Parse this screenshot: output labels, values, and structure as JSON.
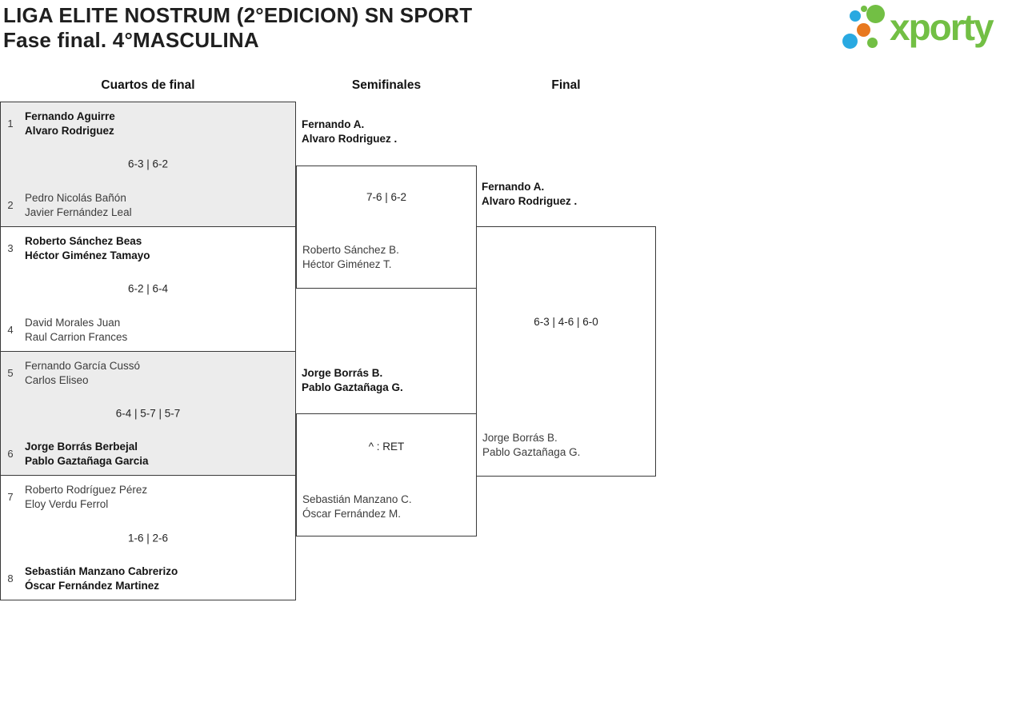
{
  "header": {
    "title_line1": "LIGA ELITE NOSTRUM (2°EDICION) SN SPORT",
    "title_line2": "Fase final. 4°MASCULINA"
  },
  "logo": {
    "text": "xporty",
    "colors": {
      "green": "#72bf44",
      "blue": "#29a9e1",
      "orange": "#e8791e"
    }
  },
  "round_headers": {
    "quarterfinals": "Cuartos de final",
    "semifinals": "Semifinales",
    "final": "Final"
  },
  "quarterfinals": [
    {
      "seed_top": "1",
      "team_top_line1": "Fernando Aguirre",
      "team_top_line2": "Alvaro Rodriguez",
      "top_is_winner": true,
      "score": "6-3 | 6-2",
      "seed_bottom": "2",
      "team_bottom_line1": "Pedro Nicolás Bañón",
      "team_bottom_line2": "Javier Fernández Leal",
      "bottom_is_winner": false
    },
    {
      "seed_top": "3",
      "team_top_line1": "Roberto Sánchez Beas",
      "team_top_line2": "Héctor Giménez Tamayo",
      "top_is_winner": true,
      "score": "6-2 | 6-4",
      "seed_bottom": "4",
      "team_bottom_line1": "David Morales Juan",
      "team_bottom_line2": "Raul Carrion Frances",
      "bottom_is_winner": false
    },
    {
      "seed_top": "5",
      "team_top_line1": "Fernando García Cussó",
      "team_top_line2": "Carlos Eliseo",
      "top_is_winner": false,
      "score": "6-4 | 5-7 | 5-7",
      "seed_bottom": "6",
      "team_bottom_line1": "Jorge Borrás Berbejal",
      "team_bottom_line2": "Pablo Gaztañaga Garcia",
      "bottom_is_winner": true
    },
    {
      "seed_top": "7",
      "team_top_line1": "Roberto Rodríguez Pérez",
      "team_top_line2": "Eloy Verdu Ferrol",
      "top_is_winner": false,
      "score": "1-6 | 2-6",
      "seed_bottom": "8",
      "team_bottom_line1": "Sebastián Manzano Cabrerizo",
      "team_bottom_line2": "Óscar Fernández Martinez",
      "bottom_is_winner": true
    }
  ],
  "semifinals": [
    {
      "winner_line1": "Fernando A.",
      "winner_line2": "Alvaro Rodriguez .",
      "score": "7-6 | 6-2",
      "loser_line1": "Roberto Sánchez B.",
      "loser_line2": "Héctor Giménez T."
    },
    {
      "winner_line1": "Jorge Borrás B.",
      "winner_line2": "Pablo Gaztañaga G.",
      "score": "^ : RET",
      "loser_line1": "Sebastián Manzano C.",
      "loser_line2": "Óscar Fernández M."
    }
  ],
  "final": {
    "winner_line1": "Fernando A.",
    "winner_line2": "Alvaro Rodriguez .",
    "score": "6-3 | 4-6 | 6-0",
    "loser_line1": "Jorge Borrás B.",
    "loser_line2": "Pablo Gaztañaga G."
  }
}
